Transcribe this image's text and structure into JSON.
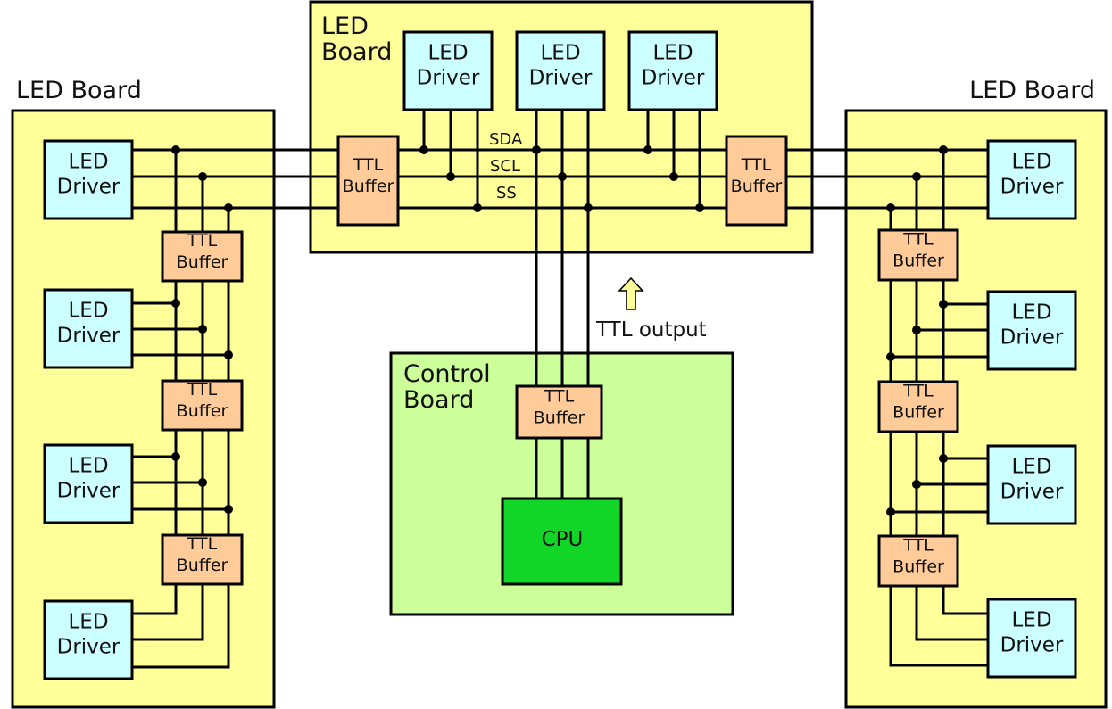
{
  "diagram": {
    "colors": {
      "led_board": "#FFFF99",
      "led_driver": "#CCFFFF",
      "ttl_buffer": "#FFCC99",
      "control_board": "#CCFF99",
      "cpu": "#11D628",
      "wire": "#000000",
      "arrow": "#FFFF99"
    },
    "boards": {
      "left_title": "LED Board",
      "right_title": "LED Board",
      "top_title_line1": "LED",
      "top_title_line2": "Board",
      "control_title_line1": "Control",
      "control_title_line2": "Board"
    },
    "components": {
      "led_driver_line1": "LED",
      "led_driver_line2": "Driver",
      "ttl_buffer_line1": "TTL",
      "ttl_buffer_line2": "Buffer",
      "cpu": "CPU"
    },
    "bus_signals": [
      "SDA",
      "SCL",
      "SS"
    ],
    "annotations": {
      "ttl_output": "TTL output",
      "arrow_direction": "up"
    },
    "counts": {
      "led_drivers_per_side_board": 4,
      "led_drivers_top_board": 3,
      "ttl_buffers_per_side_board": 3
    }
  }
}
